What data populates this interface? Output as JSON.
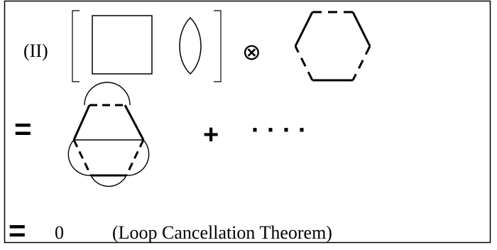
{
  "diagram": {
    "label_roman": "(II)",
    "tensor_symbol": "⊗",
    "equals_1": "=",
    "plus": "+",
    "ellipsis": "· · · ·",
    "equals_2": "=",
    "zero": "0",
    "theorem_label": "(Loop Cancellation Theorem)"
  }
}
